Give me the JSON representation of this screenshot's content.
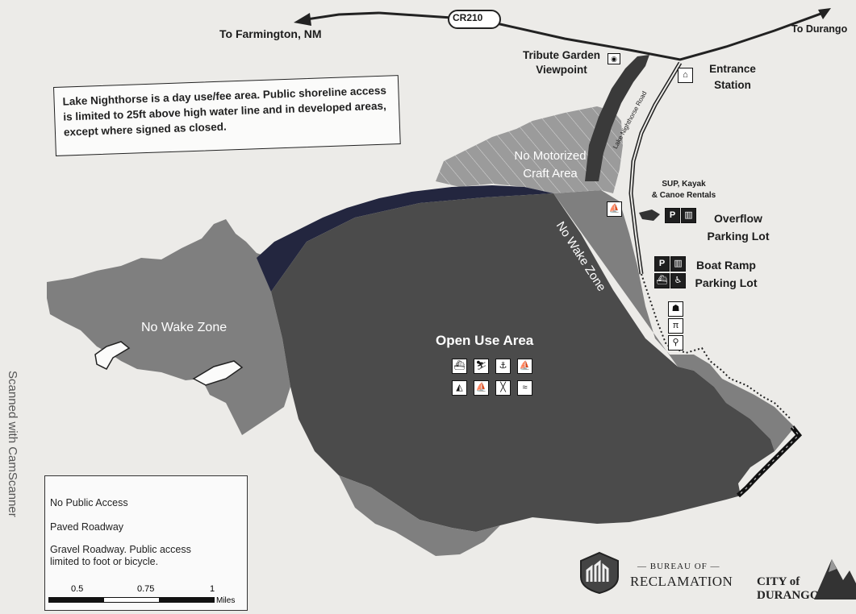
{
  "roads": {
    "cr210": "CR210",
    "to_farmington": "To Farmington, NM",
    "to_durango": "To Durango",
    "lake_road": "Lake Nighthorse Road"
  },
  "notice": {
    "text": "Lake Nighthorse is a day use/fee area. Public shoreline access is limited to 25ft above high water line and in developed areas, except where signed as closed."
  },
  "places": {
    "tribute_garden": {
      "line1": "Tribute Garden",
      "line2": "Viewpoint"
    },
    "entrance_station": {
      "line1": "Entrance",
      "line2": "Station"
    },
    "sup_rentals": {
      "line1": "SUP, Kayak",
      "line2": "& Canoe Rentals"
    },
    "overflow_parking": {
      "line1": "Overflow",
      "line2": "Parking Lot"
    },
    "boat_ramp": {
      "line1": "Boat Ramp",
      "line2": "Parking Lot"
    }
  },
  "zones": {
    "no_motorized": {
      "line1": "No Motorized",
      "line2": "Craft Area"
    },
    "no_wake_west": "No Wake Zone",
    "no_wake_east": "No Wake Zone",
    "open_use": "Open Use Area"
  },
  "legend": {
    "no_public_access": "No Public Access",
    "paved_roadway": "Paved Roadway",
    "gravel_line1": "Gravel Roadway. Public access",
    "gravel_line2": "limited to foot or bicycle.",
    "scale_labels": [
      "0.5",
      "0.75",
      "1"
    ],
    "scale_unit": "Miles"
  },
  "branding": {
    "bureau_line1": "— BUREAU OF —",
    "bureau_line2": "RECLAMATION",
    "city_line1": "CITY of",
    "city_line2": "DURANGO"
  },
  "scanner_note": "Scanned with CamScanner",
  "icons": {
    "open_use": [
      "motorboat-icon",
      "waterski-icon",
      "jetski-icon",
      "sailboat-icon",
      "windsurf-icon",
      "fishing-boat-icon",
      "paddle-icon",
      "swim-icon"
    ],
    "parking_badge": "P"
  },
  "colors": {
    "open_use": "#4b4b4b",
    "no_wake": "#7f7f7f",
    "no_motorized": "#9b9b9b",
    "channel": "#23263f",
    "land": "#ecebe8"
  }
}
